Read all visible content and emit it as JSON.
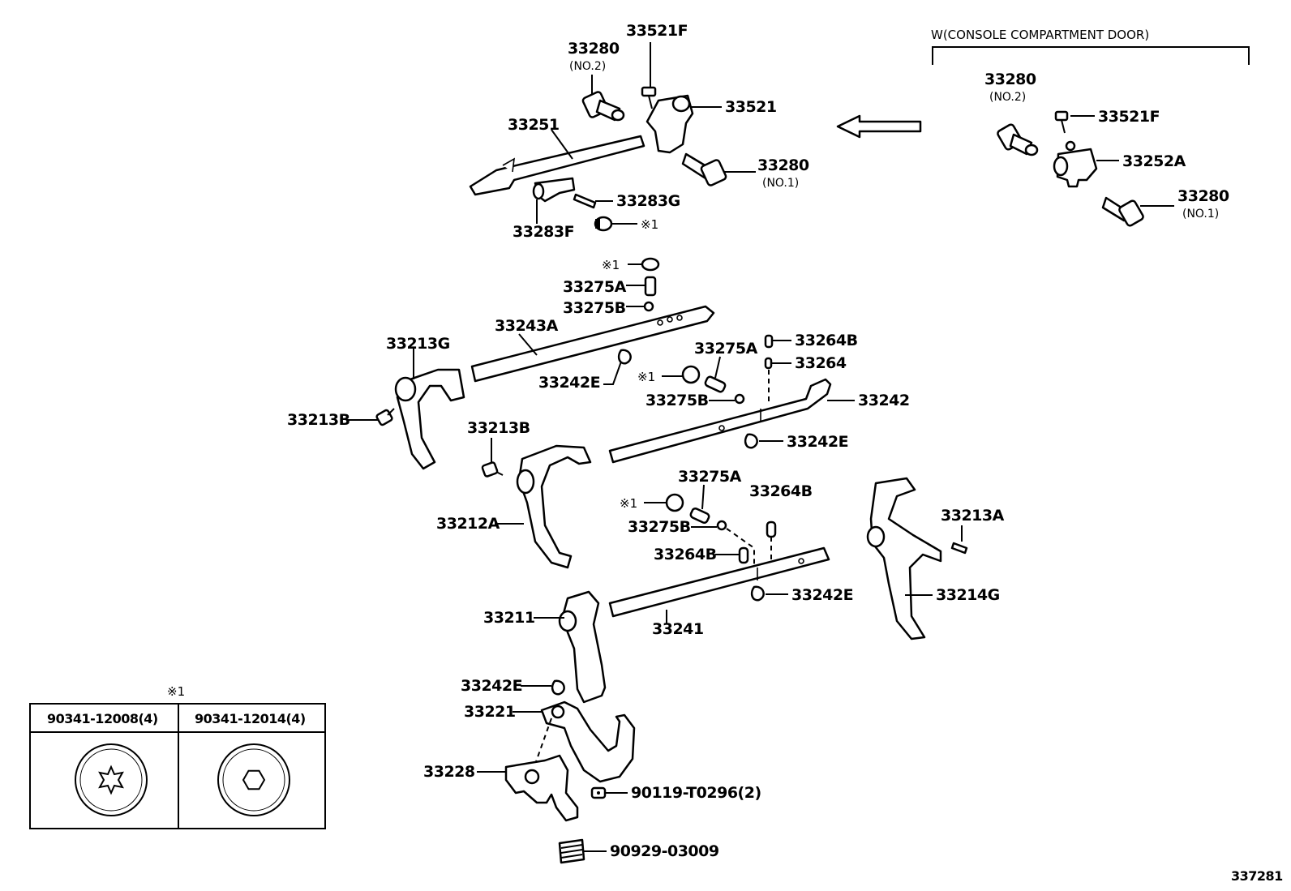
{
  "inset": {
    "title": "W(CONSOLE COMPARTMENT DOOR)",
    "labels": {
      "p33280_no2": "33280",
      "no2": "(NO.2)",
      "p33521f": "33521F",
      "p33252a": "33252A",
      "p33280_no1": "33280",
      "no1": "(NO.1)"
    }
  },
  "main_labels": {
    "p33521f": "33521F",
    "p33280_top": "33280",
    "no2_top": "(NO.2)",
    "p33521": "33521",
    "p33251": "33251",
    "p33280_mid": "33280",
    "no1_mid": "(NO.1)",
    "p33283g": "33283G",
    "p33283f": "33283F",
    "ref1_a": "※1",
    "ref1_b": "※1",
    "p33275a_a": "33275A",
    "p33275b_a": "33275B",
    "p33243a": "33243A",
    "p33213g": "33213G",
    "p33242e_a": "33242E",
    "p33264b_a": "33264B",
    "p33264": "33264",
    "p33275a_b": "33275A",
    "ref1_c": "※1",
    "p33275b_b": "33275B",
    "p33242": "33242",
    "p33213b_a": "33213B",
    "p33213b_b": "33213B",
    "p33242e_b": "33242E",
    "p33275a_c": "33275A",
    "p33264b_b": "33264B",
    "ref1_d": "※1",
    "p33275b_c": "33275B",
    "p33212a": "33212A",
    "p33264b_c": "33264B",
    "p33213a": "33213A",
    "p33242e_c": "33242E",
    "p33214g": "33214G",
    "p33211": "33211",
    "p33241": "33241",
    "p33242e_d": "33242E",
    "p33221": "33221",
    "p33228": "33228",
    "p90119": "90119-T0296(2)",
    "p90929": "90929-03009"
  },
  "legend": {
    "mark": "※1",
    "col1": "90341-12008(4)",
    "col2": "90341-12014(4)"
  },
  "figure_number": "337281"
}
